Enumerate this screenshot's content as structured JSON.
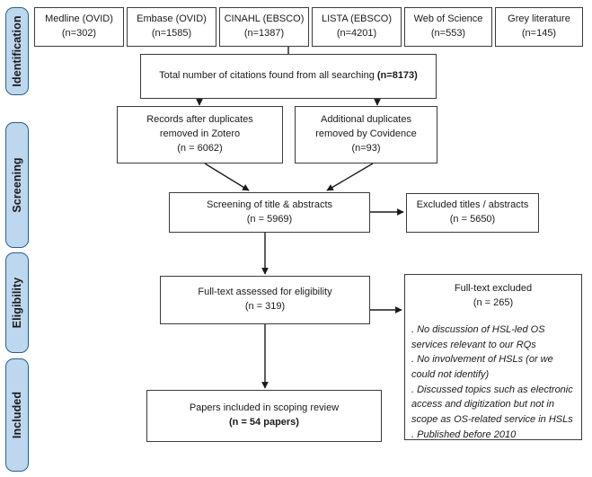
{
  "diagram": {
    "title": "PRISMA flow diagram of scoping review study selection",
    "colors": {
      "stage_fill": "#bdd7ee",
      "stage_border": "#2a5f86",
      "box_border": "#3b3b3b",
      "text": "#1a1a1a",
      "background": "#ffffff"
    }
  },
  "stages": [
    {
      "label": "Identification"
    },
    {
      "label": "Screening"
    },
    {
      "label": "Eligibility"
    },
    {
      "label": "Included"
    }
  ],
  "sources": [
    {
      "name": "Medline (OVID)",
      "count": "(n=302)"
    },
    {
      "name": "Embase (OVID)",
      "count": "(n=1585)"
    },
    {
      "name": "CINAHL (EBSCO)",
      "count": "(n=1387)"
    },
    {
      "name": "LISTA (EBSCO)",
      "count": "(n=4201)"
    },
    {
      "name": "Web of Science",
      "count": "(n=553)"
    },
    {
      "name": "Grey literature",
      "count": "(n=145)"
    }
  ],
  "total": {
    "text": "Total number of citations found from all searching ",
    "count": "(n=8173)"
  },
  "duplicates": {
    "zotero": {
      "line1": "Records after duplicates",
      "line2": "removed in Zotero",
      "count": "(n = 6062)"
    },
    "covidence": {
      "line1": "Additional duplicates",
      "line2": "removed by Covidence",
      "count": "(n=93)"
    }
  },
  "screening": {
    "title": "Screening of title & abstracts",
    "count": "(n = 5969)"
  },
  "excluded_titles": {
    "title": "Excluded titles / abstracts",
    "count": "(n =  5650)"
  },
  "eligibility": {
    "title": "Full-text assessed for eligibility",
    "count": "(n = 319)"
  },
  "fulltext_excluded": {
    "title": "Full-text excluded",
    "count": "(n = 265)",
    "reasons": [
      ". No discussion of HSL-led OS services relevant to our RQs",
      ". No involvement of HSLs (or we could not identify)",
      ". Discussed topics such as electronic access and digitization but not in scope as OS-related service in HSLs",
      ". Published before 2010"
    ]
  },
  "included": {
    "title": "Papers included in scoping review",
    "count": "(n =  54 papers)"
  }
}
